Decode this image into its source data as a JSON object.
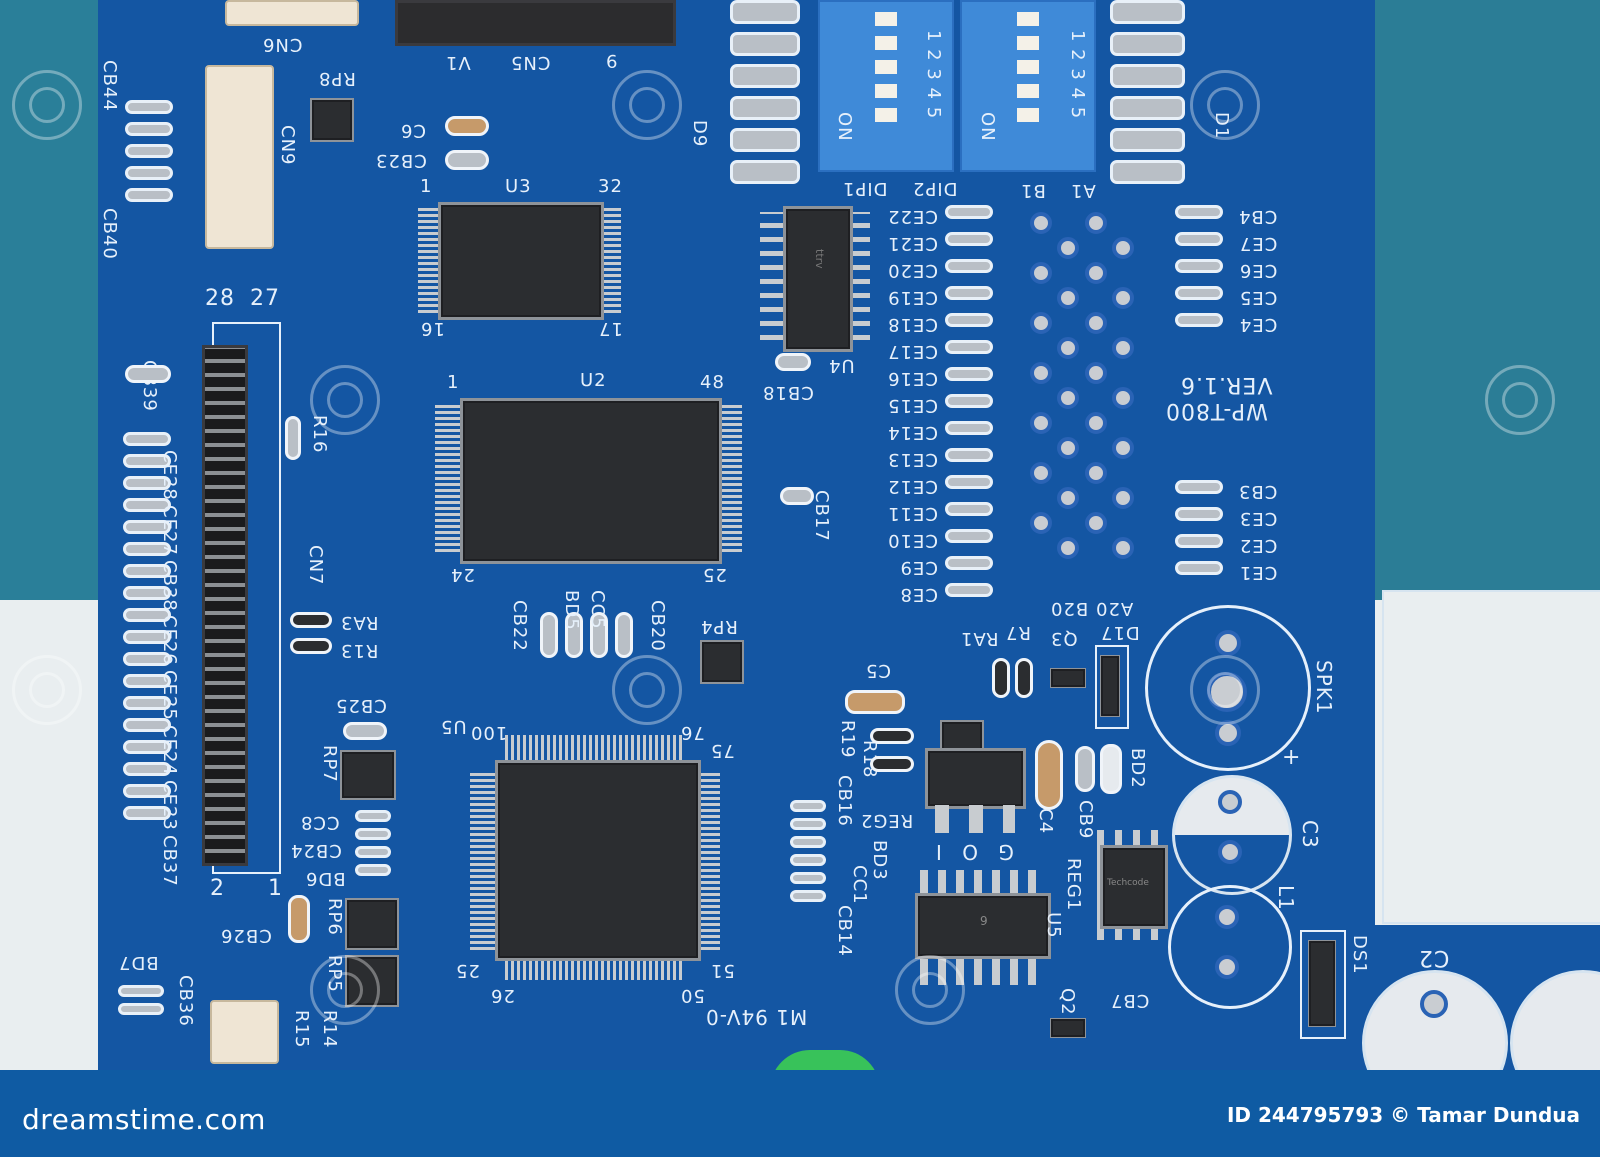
{
  "silkscreen": {
    "cn6": "CN6",
    "cn5": "CN5",
    "v1": "V1",
    "nine_top": "9",
    "cb44": "CB44",
    "cb40": "CB40",
    "rp8": "RP8",
    "c6": "C6",
    "cb23": "CB23",
    "cn9": "CN9",
    "d9": "D9",
    "u3": "U3",
    "u3_pin1": "1",
    "u3_pin32": "32",
    "u3_pin16": "16",
    "u3_pin17": "17",
    "on1": "ON",
    "on2": "ON",
    "dip1": "DIP1",
    "dip2": "DIP2",
    "b1": "B1",
    "a1": "A1",
    "d1": "D1",
    "dip_nums": "1 2 3 4 5",
    "ce_left": [
      "CE22",
      "CE21",
      "CE20",
      "CE19",
      "CE18",
      "CE17",
      "CE16",
      "CE15",
      "CE14",
      "CE13",
      "CE12",
      "CE11",
      "CE10",
      "CE9",
      "CE8"
    ],
    "ce_right_top": [
      "CB4",
      "CE7",
      "CE6",
      "CE5",
      "CE4"
    ],
    "ce_right_bottom": [
      "CB3",
      "CE3",
      "CE2",
      "CE1"
    ],
    "ver": "VER.1.6",
    "model": "WP-T800",
    "u4": "U4",
    "cb18": "CB18",
    "u2": "U2",
    "u2_pin1": "1",
    "u2_pin48": "48",
    "u2_pin24": "24",
    "u2_pin25": "25",
    "cb17": "CB17",
    "n28": "28",
    "n27": "27",
    "cb39": "CB39",
    "r16": "R16",
    "left_col": [
      "CE28",
      "CE27",
      "CB38",
      "CE26",
      "CE25",
      "CE24",
      "CE23",
      "CB37"
    ],
    "cn7": "CN7",
    "ra3": "RA3",
    "r13": "R13",
    "cb22": "CB22",
    "bd5": "BD5",
    "cc5": "CC5",
    "cb20": "CB20",
    "rp4": "RP4",
    "b20": "B20",
    "a20": "A20",
    "ra1": "RA1",
    "r7": "R7",
    "q3": "Q3",
    "d17": "D17",
    "spk1": "SPK1",
    "c5": "C5",
    "r19": "R19",
    "r18": "R18",
    "cb25": "CB25",
    "u5_left": "U5",
    "pin100": "100",
    "pin76": "76",
    "pin75": "75",
    "cb16": "CB16",
    "reg2": "REG2",
    "bd2": "BD2",
    "c3": "C3",
    "rp7": "RP7",
    "cc8": "CC8",
    "cb24": "CB24",
    "bd6": "BD6",
    "bd3": "BD3",
    "cc1": "CC1",
    "c4": "C4",
    "cb9": "CB9",
    "reg1": "REG1",
    "l1": "L1",
    "n2": "2",
    "n1": "1",
    "cb26": "CB26",
    "rp6": "RP6",
    "rp5": "RP5",
    "pin25": "25",
    "pin26": "26",
    "pin50": "50",
    "pin51": "51",
    "cb14": "CB14",
    "u5": "U5",
    "ds1": "DS1",
    "c2": "C2",
    "bd7": "BD7",
    "cb36": "CB36",
    "r15": "R15",
    "r14": "R14",
    "q2": "Q2",
    "cb7": "CB7",
    "m94v": "M1 94V-0",
    "goi": "G O I",
    "plus": "+"
  },
  "chip_marks": {
    "u4_mark": "ttrv",
    "u5_mark": "9",
    "reg1_mark": "Techcode"
  },
  "footer": {
    "logo": "dreamstime.com",
    "credit": "ID 244795793 © Tamar Dundua"
  }
}
